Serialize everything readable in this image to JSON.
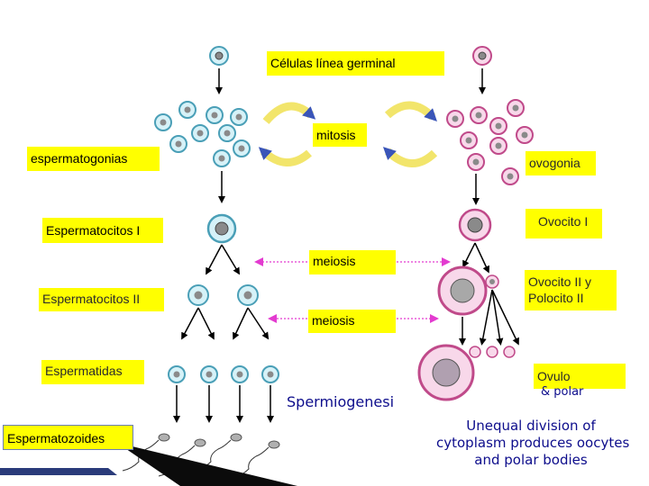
{
  "labels": {
    "celulas_linea_germinal": "Células línea germinal",
    "mitosis": "mitosis",
    "espermatogonias": "espermatogonias",
    "ovogonia": "ovogonia",
    "espermatocitos_i": "Espermatocitos I",
    "ovocito_i": "Ovocito I",
    "meiosis_1": "meiosis",
    "espermatocitos_ii": "Espermatocitos II",
    "ovocito_ii_polocito_line1": "Ovocito II y",
    "ovocito_ii_polocito_line2": "Polocito II",
    "meiosis_2": "meiosis",
    "espermatidas": "Espermatidas",
    "ovulo": "Ovulo",
    "ovulo_partial": "& polar",
    "espermatozoides": "Espermatozoides",
    "spermiogenesi": "Spermiogenesi",
    "unequal_line1": "Unequal division of",
    "unequal_line2": "cytoplasm produces oocytes",
    "unequal_line3": "and polar bodies"
  },
  "colors": {
    "label_background": "#ffff00",
    "male_cell_fill": "#d6f2f8",
    "male_cell_ring": "#4a9fb7",
    "female_cell_fill": "#f8d8ea",
    "female_cell_ring": "#c04a8a",
    "nucleus": "#8a8a8a",
    "mitosis_arrow": "#f2e56b",
    "meiosis_arrow": "#e33bd0",
    "note_text": "#0d0d8c"
  }
}
